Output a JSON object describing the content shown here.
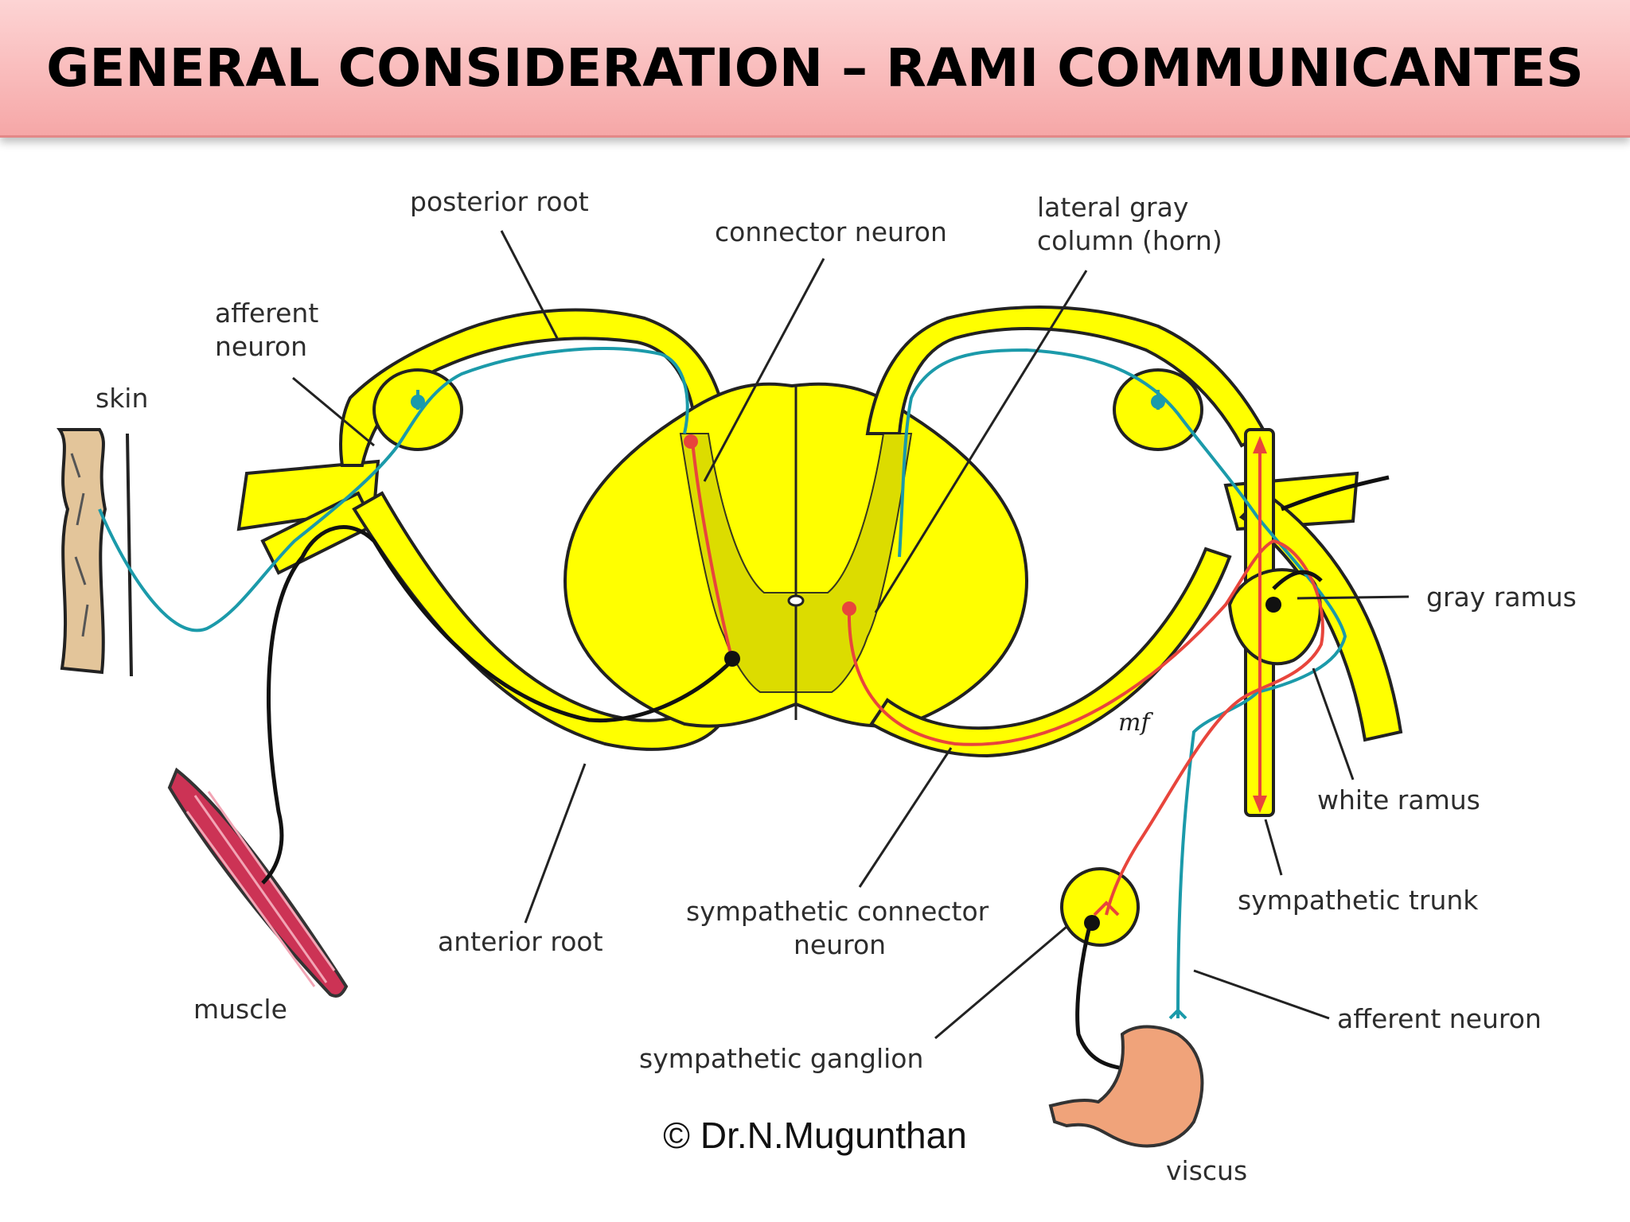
{
  "title": "GENERAL CONSIDERATION – RAMI COMMUNICANTES",
  "colors": {
    "nerve": "#ffff00",
    "afferent": "#1b9aaa",
    "sympathetic": "#e8453c",
    "motor": "#111111",
    "header_top": "#fdd4d4",
    "header_bottom": "#f6a7a7"
  },
  "labels": {
    "posterior_root": "posterior root",
    "connector_neuron": "connector neuron",
    "lateral_gray_1": "lateral gray",
    "lateral_gray_2": "column (horn)",
    "afferent_neuron_left_1": "afferent",
    "afferent_neuron_left_2": "neuron",
    "skin": "skin",
    "gray_ramus": "gray ramus",
    "white_ramus": "white ramus",
    "sympathetic_trunk": "sympathetic trunk",
    "anterior_root": "anterior root",
    "sympathetic_connector_1": "sympathetic connector",
    "sympathetic_connector_2": "neuron",
    "muscle": "muscle",
    "afferent_neuron_right": "afferent neuron",
    "sympathetic_ganglion": "sympathetic ganglion",
    "viscus": "viscus",
    "signature": "mf"
  },
  "copyright": "© Dr.N.Mugunthan"
}
